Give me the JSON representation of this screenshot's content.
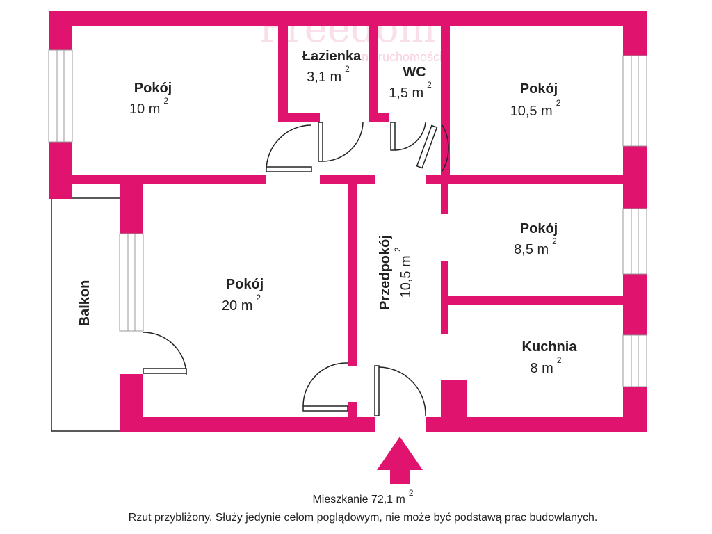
{
  "watermark": {
    "brand": "Freedom",
    "tagline": "nieruchomości"
  },
  "colors": {
    "wall": "#e0136e",
    "line": "#222222",
    "glass": "#999999"
  },
  "rooms": [
    {
      "name": "Pokój",
      "area": "10 m",
      "sup": "2"
    },
    {
      "name": "Łazienka",
      "area": "3,1 m",
      "sup": "2"
    },
    {
      "name": "WC",
      "area": "1,5 m",
      "sup": "2"
    },
    {
      "name": "Pokój",
      "area": "10,5 m",
      "sup": "2"
    },
    {
      "name": "Pokój",
      "area": "20 m",
      "sup": "2"
    },
    {
      "name": "Przedpokój",
      "area": "10,5 m",
      "sup": "2"
    },
    {
      "name": "Pokój",
      "area": "8,5 m",
      "sup": "2"
    },
    {
      "name": "Kuchnia",
      "area": "8 m",
      "sup": "2"
    },
    {
      "name": "Balkon"
    }
  ],
  "footer": {
    "total": "Mieszkanie 72,1 m",
    "total_sup": "2",
    "disclaimer": "Rzut przybliżony. Służy jedynie celom poglądowym, nie może być podstawą prac budowlanych."
  }
}
